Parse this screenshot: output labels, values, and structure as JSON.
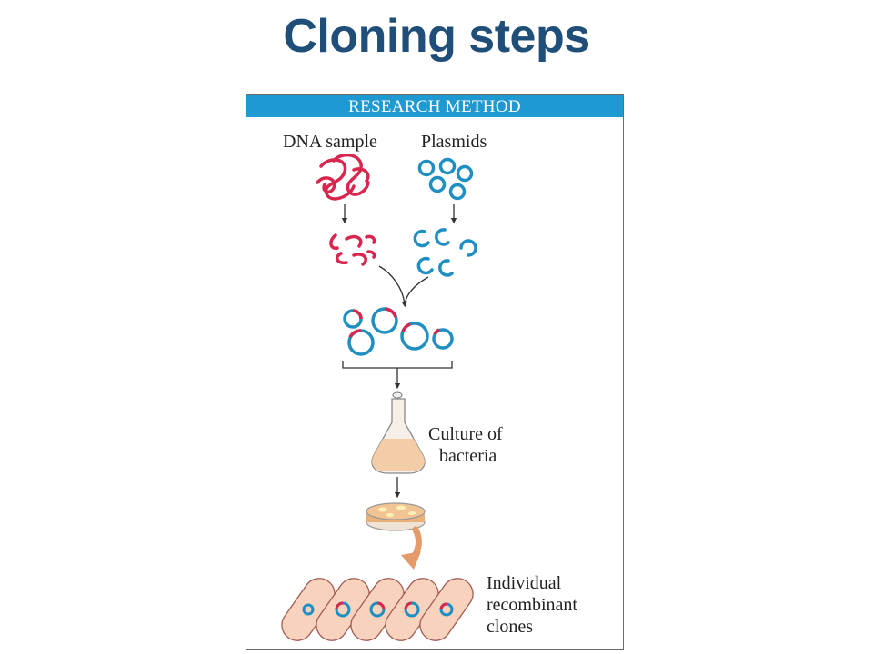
{
  "title": "Cloning steps",
  "panel": {
    "header": "RESEARCH METHOD",
    "labels": {
      "dna_sample": "DNA sample",
      "plasmids": "Plasmids",
      "culture_line1": "Culture of",
      "culture_line2": "bacteria",
      "clones_line1": "Individual",
      "clones_line2": "recombinant",
      "clones_line3": "clones"
    }
  },
  "colors": {
    "title": "#1f4e79",
    "header_bg": "#1f99d2",
    "dna_red": "#d9264e",
    "plasmid_blue": "#1f8fc2",
    "bacteria_fill": "#f7d2bd",
    "culture_liquid": "#f2c9a0"
  }
}
